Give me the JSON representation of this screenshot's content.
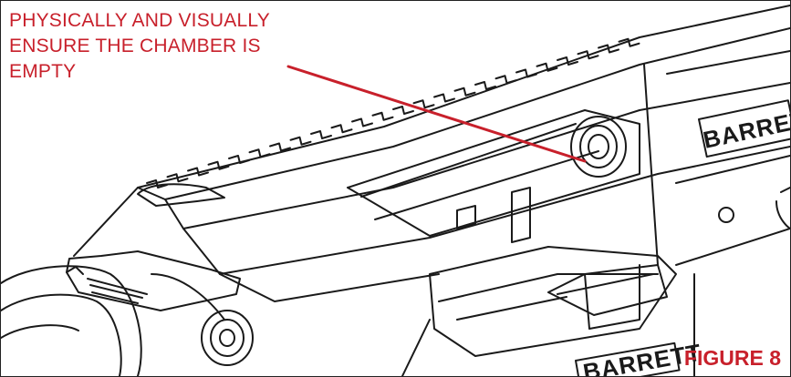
{
  "callout": {
    "line1": "PHYSICALLY AND VISUALLY",
    "line2": "ENSURE THE CHAMBER IS",
    "line3": "EMPTY"
  },
  "figure_label": "FIGURE 8",
  "brand": {
    "primary": "BARRETT",
    "secondary": "BARRETT"
  },
  "colors": {
    "callout": "#c8202b",
    "line_art": "#1a1a1a"
  }
}
